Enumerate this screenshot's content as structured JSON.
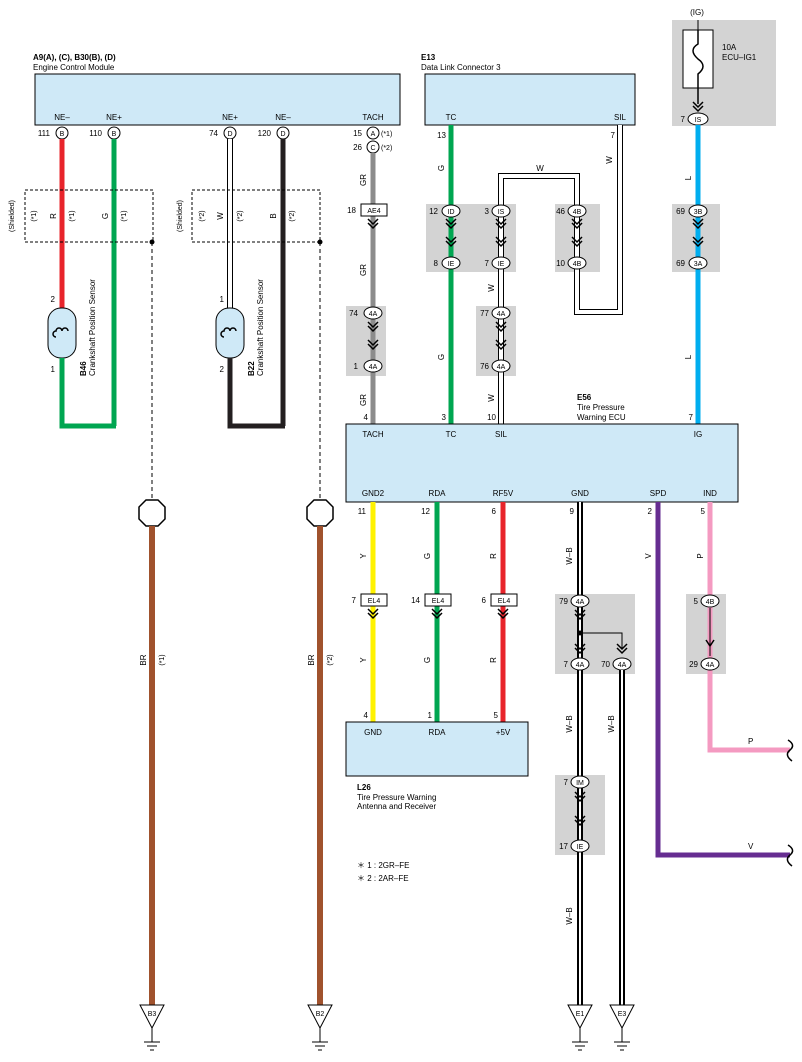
{
  "ecm": {
    "code": "A9(A), (C), B30(B), (D)",
    "name": "Engine Control Module",
    "terminals": [
      "NE–",
      "NE+",
      "NE+",
      "NE–",
      "TACH"
    ],
    "pins": [
      "111",
      "110",
      "74",
      "120",
      "15",
      "26"
    ],
    "connector_letters": [
      "B",
      "B",
      "D",
      "D",
      "A",
      "C"
    ],
    "variant_marks": [
      "(*1)",
      "(*2)"
    ]
  },
  "dlc": {
    "code": "E13",
    "name": "Data Link Connector 3",
    "terminals": [
      "TC",
      "SIL"
    ],
    "pins": [
      "13",
      "7"
    ]
  },
  "fuse": {
    "supply": "(IG)",
    "rating": "10A",
    "name": "ECU–IG1",
    "pin": "7",
    "connector": "IS"
  },
  "sensor_b46": {
    "code": "B46",
    "name": "Crankshaft Position Sensor",
    "pins": [
      "2",
      "1"
    ],
    "shielded": "(Shielded)",
    "mark": "(*1)"
  },
  "sensor_b22": {
    "code": "B22",
    "name": "Crankshaft Position Sensor",
    "pins": [
      "1",
      "2"
    ],
    "shielded": "(Shielded)",
    "mark": "(*2)"
  },
  "tpms_ecu": {
    "code": "E56",
    "name_line1": "Tire Pressure",
    "name_line2": "Warning ECU",
    "top_terminals": [
      "TACH",
      "TC",
      "SIL",
      "IG"
    ],
    "top_pins": [
      "4",
      "3",
      "10",
      "7"
    ],
    "bottom_terminals": [
      "GND2",
      "RDA",
      "RF5V",
      "GND",
      "SPD",
      "IND"
    ],
    "bottom_pins": [
      "11",
      "12",
      "6",
      "9",
      "2",
      "5"
    ]
  },
  "receiver": {
    "code": "L26",
    "name_line1": "Tire Pressure Warning",
    "name_line2": "Antenna and Receiver",
    "terminals": [
      "GND",
      "RDA",
      "+5V"
    ],
    "pins": [
      "4",
      "1",
      "5"
    ]
  },
  "connectors": {
    "ae4": {
      "pin": "18",
      "name": "AE4"
    },
    "el4": [
      {
        "pin": "7",
        "name": "EL4"
      },
      {
        "pin": "14",
        "name": "EL4"
      },
      {
        "pin": "6",
        "name": "EL4"
      }
    ],
    "tach_splice": [
      {
        "pin": "74",
        "name": "4A"
      },
      {
        "pin": "1",
        "name": "4A"
      }
    ],
    "tc_splice": [
      {
        "pin": "12",
        "name": "ID"
      },
      {
        "pin": "8",
        "name": "IE"
      }
    ],
    "sil_splice": [
      {
        "pin": "3",
        "name": "IS"
      },
      {
        "pin": "7",
        "name": "IE"
      }
    ],
    "sil_splice2": [
      {
        "pin": "77",
        "name": "4A"
      },
      {
        "pin": "76",
        "name": "4A"
      }
    ],
    "w_loop": [
      {
        "pin": "46",
        "name": "4B"
      },
      {
        "pin": "10",
        "name": "4B"
      }
    ],
    "ig_splice": [
      {
        "pin": "69",
        "name": "3B"
      },
      {
        "pin": "69",
        "name": "3A"
      }
    ],
    "gnd_splice": [
      {
        "pin": "79",
        "name": "4A"
      },
      {
        "pin": "7",
        "name": "4A"
      },
      {
        "pin": "70",
        "name": "4A"
      }
    ],
    "gnd_splice2": [
      {
        "pin": "7",
        "name": "IM"
      },
      {
        "pin": "17",
        "name": "IE"
      }
    ],
    "ind_splice": [
      {
        "pin": "5",
        "name": "4B"
      },
      {
        "pin": "29",
        "name": "4A"
      }
    ]
  },
  "wire_colors": {
    "R": "R",
    "G": "G",
    "W": "W",
    "B": "B",
    "GR": "GR",
    "L": "L",
    "Y": "Y",
    "WB": "W–B",
    "V": "V",
    "P": "P",
    "BR": "BR"
  },
  "grounds": [
    "B3",
    "B2",
    "E1",
    "E3"
  ],
  "notes": [
    "＊ 1 : 2GR–FE",
    "＊ 2 : 2AR–FE"
  ],
  "colors": {
    "component_fill": "#cfe9f7",
    "splice_fill": "#d3d3d3",
    "red": "#e8242b",
    "green": "#00a651",
    "black": "#231f20",
    "white": "#ffffff",
    "gray": "#8c8c8c",
    "blue": "#00aeef",
    "yellow": "#fff200",
    "brown": "#a0522d",
    "violet": "#662d91",
    "pink": "#f49ac1"
  }
}
